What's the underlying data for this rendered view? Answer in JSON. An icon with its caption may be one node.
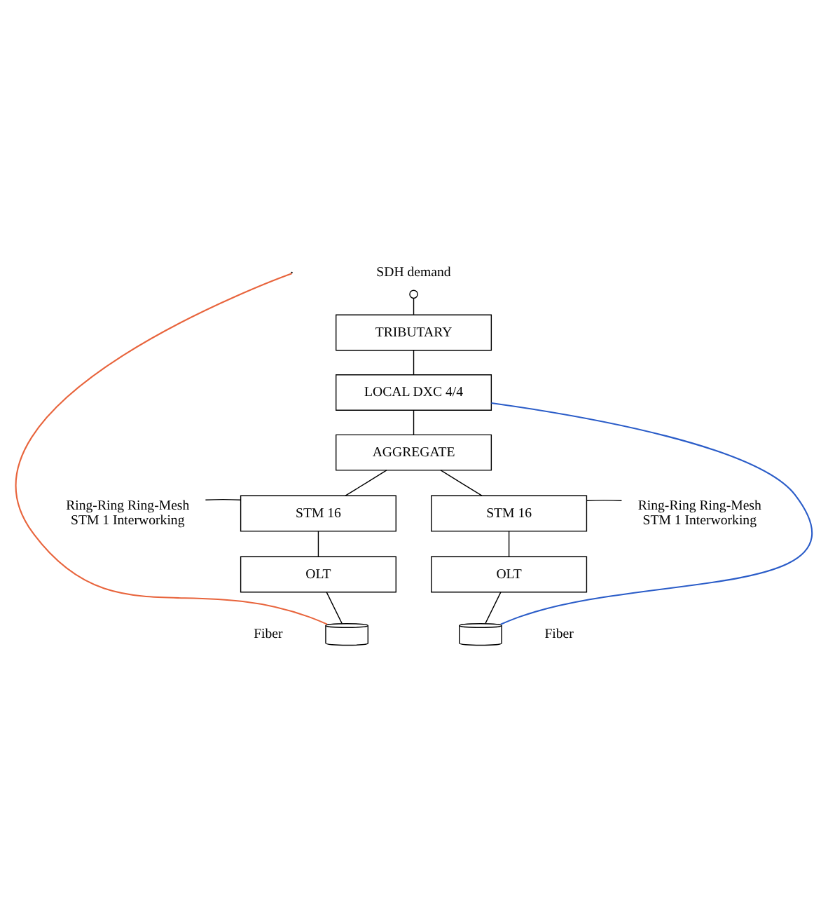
{
  "diagram": {
    "nodes": [
      {
        "text": [
          "SDH demand"
        ]
      },
      {
        "text": [
          "TRIBUTARY"
        ]
      },
      {
        "text": [
          "LOCAL DXC 4/4"
        ]
      },
      {
        "text": [
          "AGGREGATE"
        ]
      },
      {
        "text": [
          "Ring-Ring Ring-Mesh",
          "STM 1 Interworking"
        ]
      },
      {
        "text": [
          "STM 16"
        ]
      },
      {
        "text": [
          "STM 16"
        ]
      },
      {
        "text": [
          "Ring-Ring Ring-Mesh",
          "STM 1 Interworking"
        ]
      },
      {
        "text": [
          "OLT"
        ]
      },
      {
        "text": [
          "OLT"
        ]
      },
      {
        "text": [],
        "shape": "cylinder",
        "beside": [
          "Fiber"
        ]
      },
      {
        "text": [],
        "shape": "cylinder",
        "beside": [
          "Fiber"
        ]
      }
    ],
    "edges": [
      {
        "from": 0,
        "to": 1,
        "arrow": "other"
      },
      {
        "from": 1,
        "to": 2,
        "arrow": "none"
      },
      {
        "from": 2,
        "to": 3,
        "arrow": "none"
      },
      {
        "from": 3,
        "to": 5,
        "arrow": "none"
      },
      {
        "from": 3,
        "to": 6,
        "arrow": "none"
      },
      {
        "from": 4,
        "to": 5,
        "arrow": "none"
      },
      {
        "from": 7,
        "to": 6,
        "arrow": "none"
      },
      {
        "from": 5,
        "to": 8,
        "arrow": "none"
      },
      {
        "from": 6,
        "to": 9,
        "arrow": "none"
      },
      {
        "from": 8,
        "to": 10,
        "arrow": "none"
      },
      {
        "from": 9,
        "to": 11,
        "arrow": "none"
      },
      {
        "from": null,
        "to": 10,
        "arrow": "none",
        "color": "#e8643c"
      },
      {
        "from": 2,
        "to": 11,
        "arrow": "none",
        "color": "#2a5cc8"
      }
    ]
  }
}
